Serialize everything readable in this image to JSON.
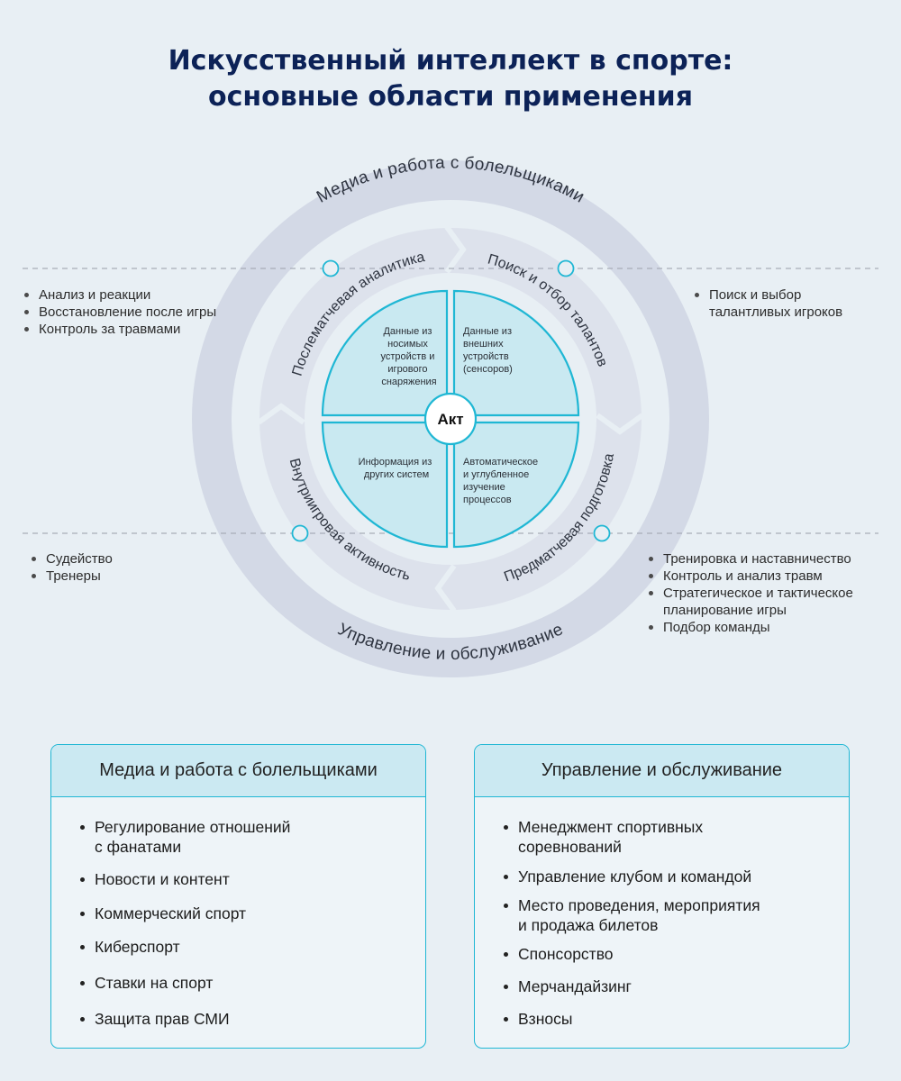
{
  "title": {
    "line1": "Искусственный интеллект в спорте:",
    "line2": "основные области применения"
  },
  "diagram": {
    "outer_ring_top": "Медиа и работа с болельщиками",
    "outer_ring_bottom": "Управление и обслуживание",
    "stages": {
      "postmatch": "Послематчевая аналитика",
      "scouting": "Поиск и отбор талантов",
      "prematch": "Предматчевая подготовка",
      "ingame": "Внутриигровая активность"
    },
    "quadrants": {
      "top_left": [
        "Данные из",
        "носимых",
        "устройств и",
        "игрового",
        "снаряжения"
      ],
      "top_right": [
        "Данные из",
        "внешних",
        "устройств",
        "(сенсоров)"
      ],
      "bottom_left": [
        "Информация из",
        "других систем"
      ],
      "bottom_right": [
        "Автоматическое",
        "и углубленное",
        "изучение",
        "процессов"
      ]
    },
    "center": "Акт"
  },
  "callouts": {
    "top_left": [
      "Анализ и реакции",
      "Восстановление после игры",
      "Контроль за травмами"
    ],
    "top_right": [
      "Поиск и выбор",
      "талантливых игроков"
    ],
    "bottom_left": [
      "Судейство",
      "Тренеры"
    ],
    "bottom_right": [
      "Тренировка и наставничество",
      "Контроль и анализ травм",
      "Стратегическое и тактическое",
      "планирование игры",
      "Подбор команды"
    ]
  },
  "cards": {
    "media": {
      "title": "Медиа и работа с болельщиками",
      "items": [
        "Регулирование отношений",
        "с фанатами",
        "Новости и контент",
        "Коммерческий спорт",
        "Киберспорт",
        "Ставки на спорт",
        "Защита прав СМИ"
      ]
    },
    "management": {
      "title": "Управление и обслуживание",
      "items": [
        "Менеджмент спортивных",
        "соревнований",
        "Управление клубом и командой",
        "Место проведения, мероприятия",
        "и продажа билетов",
        "Спонсорство",
        "Мерчандайзинг",
        "Взносы"
      ]
    }
  },
  "colors": {
    "title": "#0c2257",
    "outer_ring": "#d3d9e6",
    "arrow_ring": "#dde2ec",
    "quadrant_fill": "#c9e9f1",
    "accent": "#1fb7d4",
    "background": "#e8eff4"
  }
}
